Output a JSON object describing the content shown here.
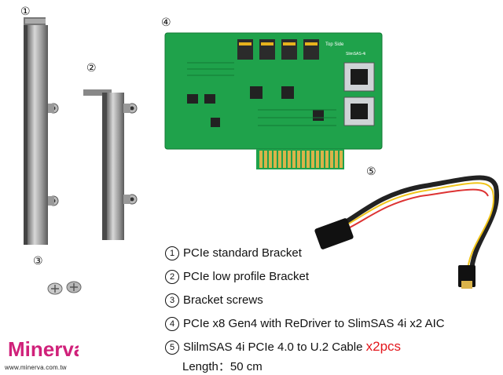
{
  "markers": [
    "①",
    "②",
    "③",
    "④",
    "⑤"
  ],
  "logo": {
    "text": "Minerva",
    "url": "www.minerva.com.tw"
  },
  "board": {
    "silk_top": "Top Side",
    "silk_conn": "SlimSAS-4i"
  },
  "legend": {
    "items": [
      {
        "num": "1",
        "text": "PCIe standard Bracket"
      },
      {
        "num": "2",
        "text": "PCIe low profile Bracket"
      },
      {
        "num": "3",
        "text": "Bracket screws"
      },
      {
        "num": "4",
        "text": "PCIe x8 Gen4 with ReDriver to SlimSAS 4i x2 AIC"
      },
      {
        "num": "5",
        "text": "SlilmSAS 4i PCIe 4.0 to U.2 Cable",
        "qty": "x2pcs"
      }
    ],
    "length_line": "Length：50 cm"
  },
  "colors": {
    "pcb": "#1fa24b",
    "gold": "#d9b34a",
    "accent_red": "#e3161c"
  }
}
